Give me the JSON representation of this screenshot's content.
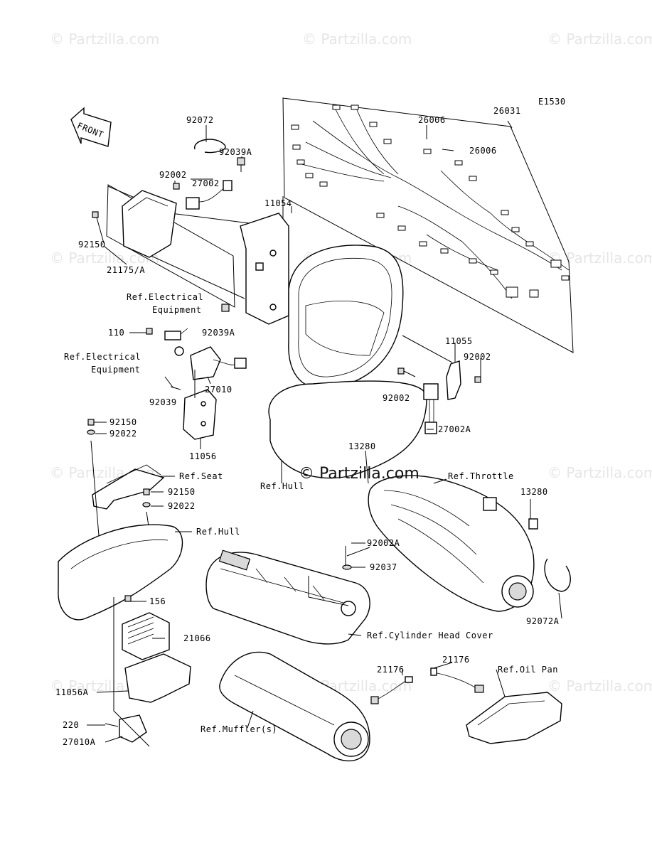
{
  "diagram_code": "E1530",
  "front_label": "FRONT",
  "watermark": "© Partzilla.com",
  "center_watermark": "© Partzilla.com",
  "labels": {
    "p92072": "92072",
    "p92039A_top": "92039A",
    "p92002_top": "92002",
    "p27002": "27002",
    "p11054": "11054",
    "p92150_top": "92150",
    "p21175A": "21175/A",
    "p26006_a": "26006",
    "p26006_b": "26006",
    "p26031": "26031",
    "ref_elec_1a": "Ref.Electrical",
    "ref_elec_1b": "Equipment",
    "p110": "110",
    "p92039A_mid": "92039A",
    "ref_elec_2a": "Ref.Electrical",
    "ref_elec_2b": "Equipment",
    "p27010": "27010",
    "p92039": "92039",
    "p92150_a": "92150",
    "p92022_a": "92022",
    "p11056": "11056",
    "ref_seat": "Ref.Seat",
    "p92150_b": "92150",
    "p92022_b": "92022",
    "ref_hull_1": "Ref.Hull",
    "ref_hull_2": "Ref.Hull",
    "p11055": "11055",
    "p92002_r": "92002",
    "p92002_l": "92002",
    "p27002A": "27002A",
    "p13280_a": "13280",
    "ref_throttle": "Ref.Throttle",
    "p13280_b": "13280",
    "p92002A": "92002A",
    "p92037": "92037",
    "p92072A": "92072A",
    "ref_cyl": "Ref.Cylinder Head Cover",
    "p156": "156",
    "p21066": "21066",
    "p11056A": "11056A",
    "p220": "220",
    "p27010A": "27010A",
    "p21176_a": "21176",
    "p21176_b": "21176",
    "ref_oilpan": "Ref.Oil Pan",
    "ref_muffler": "Ref.Muffler(s)"
  }
}
